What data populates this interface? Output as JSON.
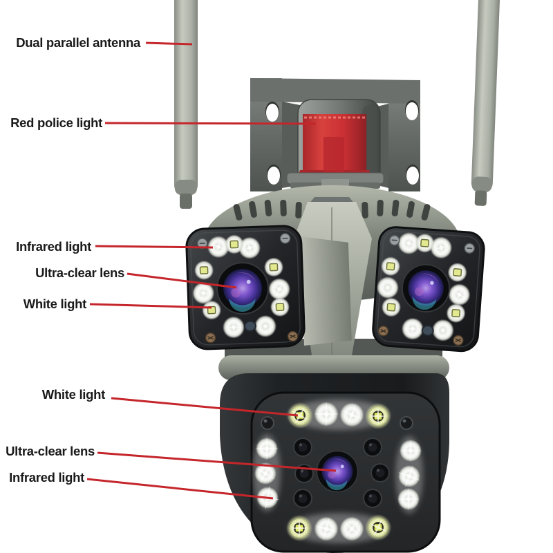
{
  "page": {
    "background_color": "#ffffff"
  },
  "annotations": {
    "text_color": "#1a1a1a",
    "line_color": "#c5262b",
    "labels": [
      {
        "id": "dual-parallel-antenna",
        "text": "Dual parallel antenna"
      },
      {
        "id": "red-police-light",
        "text": "Red police light"
      },
      {
        "id": "infrared-light-top",
        "text": "Infrared light"
      },
      {
        "id": "ultra-clear-lens-top",
        "text": "Ultra-clear lens"
      },
      {
        "id": "white-light-top",
        "text": "White light"
      },
      {
        "id": "white-light-bottom",
        "text": "White light"
      },
      {
        "id": "ultra-clear-lens-bottom",
        "text": "Ultra-clear lens"
      },
      {
        "id": "infrared-light-bottom",
        "text": "Infrared light"
      }
    ]
  },
  "product_colors": {
    "body_gray_green": "#7d8379",
    "bracket_gray": "#666b67",
    "police_light_red": "#c92f33",
    "camera_face_black": "#1d1f21",
    "lens_iris_purple": "#7e56cd",
    "led_white": "#ffffff",
    "led_warm_chip": "#dde65e",
    "antenna_gray": "#a9aea4"
  }
}
